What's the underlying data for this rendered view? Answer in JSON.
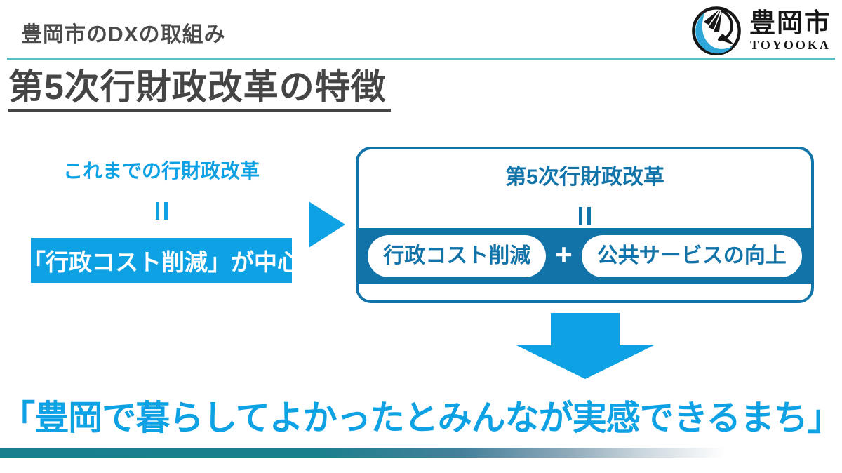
{
  "header": {
    "title": "豊岡市のDXの取組み"
  },
  "logo": {
    "city_name": "豊岡市",
    "romaji": "TOYOOKA",
    "mark": "stork-in-circle"
  },
  "page_title": "第5次行財政改革の特徴",
  "diagram": {
    "before": {
      "label": "これまでの行財政改革",
      "equals_mark": "‖",
      "box_text": "「行政コスト削減」が中心"
    },
    "after": {
      "title": "第5次行財政改革",
      "equals_mark": "‖",
      "pill_left": "行政コスト削減",
      "plus": "+",
      "pill_right": "公共サービスの向上"
    }
  },
  "slogan": "「豊岡で暮らしてよかったとみんなが実感できるまち」",
  "icons": {
    "equals_mark": "‖",
    "right_arrow": "▶",
    "down_arrow": "⬇"
  },
  "colors": {
    "bright_blue": "#0EA1E4",
    "dark_blue": "#1273A9",
    "teal_line": "#5ABEC6",
    "header_gray": "#4A4A4A",
    "title_gray": "#454545",
    "logo_blue": "#2EA7D8",
    "gradient_teal": "#187F8C"
  }
}
